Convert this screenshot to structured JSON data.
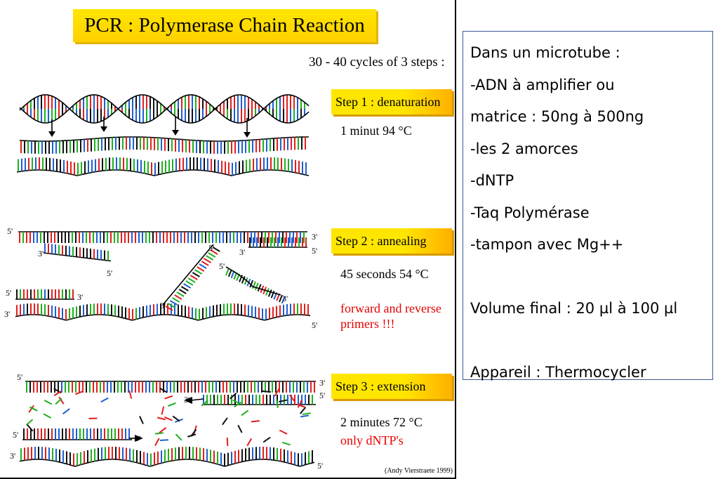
{
  "figure": {
    "title": "PCR : Polymerase Chain Reaction",
    "cycles_text": "30 - 40 cycles of 3 steps :",
    "steps": [
      {
        "label": "Step 1 : denaturation",
        "conditions": "1 minut 94 °C",
        "note": ""
      },
      {
        "label": "Step 2 : annealing",
        "conditions": "45 seconds 54 °C",
        "note": "forward and reverse primers !!!"
      },
      {
        "label": "Step 3 : extension",
        "conditions": "2 minutes 72 °C",
        "note": "only dNTP's"
      }
    ],
    "credit": "(Andy Vierstraete 1999)",
    "strand_ends": {
      "five": "5'",
      "three": "3'"
    },
    "base_colors": [
      "#e0201e",
      "#1f5fd0",
      "#20b020",
      "#111111"
    ]
  },
  "panel": {
    "lines": [
      "Dans un microtube :",
      "-ADN à amplifier ou",
      "matrice : 50ng à 500ng",
      "-les 2 amorces",
      "-dNTP",
      "-Taq Polymérase",
      "-tampon avec Mg++",
      "",
      "Volume final : 20 µl à 100 µl",
      "",
      "Appareil : Thermocycler"
    ]
  }
}
